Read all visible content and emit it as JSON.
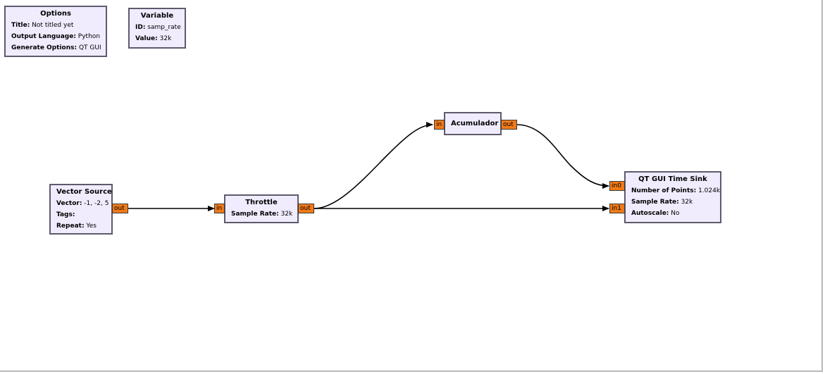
{
  "colors": {
    "block_fill": "#f0ecfe",
    "block_border": "#5e5a6c",
    "port_fill": "#f17a17",
    "wire": "#000000",
    "canvas": "#ffffff"
  },
  "blocks": {
    "options": {
      "title": "Options",
      "params": [
        {
          "key": "Title:",
          "value": " Not titled yet"
        },
        {
          "key": "Output Language:",
          "value": " Python"
        },
        {
          "key": "Generate Options:",
          "value": " QT GUI"
        }
      ]
    },
    "variable": {
      "title": "Variable",
      "params": [
        {
          "key": "ID:",
          "value": " samp_rate"
        },
        {
          "key": "Value:",
          "value": " 32k"
        }
      ]
    },
    "vector_source": {
      "title": "Vector Source",
      "params": [
        {
          "key": "Vector:",
          "value": " -1, -2, 5"
        },
        {
          "key": "Tags:",
          "value": ""
        },
        {
          "key": "Repeat:",
          "value": " Yes"
        }
      ],
      "ports": {
        "out": "out"
      }
    },
    "throttle": {
      "title": "Throttle",
      "params": [
        {
          "key": "Sample Rate:",
          "value": " 32k"
        }
      ],
      "ports": {
        "in": "in",
        "out": "out"
      }
    },
    "acumulador": {
      "title": "Acumulador",
      "params": [],
      "ports": {
        "in": "in",
        "out": "out"
      }
    },
    "time_sink": {
      "title": "QT GUI Time Sink",
      "params": [
        {
          "key": "Number of Points:",
          "value": " 1.024k"
        },
        {
          "key": "Sample Rate:",
          "value": " 32k"
        },
        {
          "key": "Autoscale:",
          "value": " No"
        }
      ],
      "ports": {
        "in0": "in0",
        "in1": "in1"
      }
    }
  }
}
